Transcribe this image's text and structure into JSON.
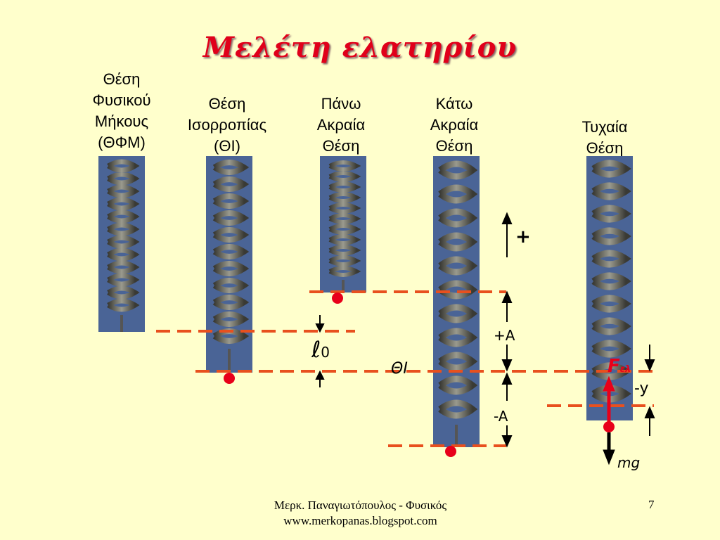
{
  "title": "Μελέτη ελατηρίου",
  "columns": [
    {
      "lines": [
        "Θέση",
        "Φυσικού",
        "Μήκους",
        "(ΘΦΜ)"
      ]
    },
    {
      "lines": [
        "Θέση",
        "Ισορροπίας",
        "(ΘΙ)"
      ]
    },
    {
      "lines": [
        "Πάνω",
        "Ακραία",
        "Θέση"
      ]
    },
    {
      "lines": [
        "Κάτω",
        "Ακραία",
        "Θέση"
      ]
    },
    {
      "lines": [
        "Τυχαία",
        "Θέση"
      ]
    }
  ],
  "annotations": {
    "plus_sign": "+",
    "plus_amplitude": "+A",
    "minus_amplitude": "-A",
    "equilibrium": "ΘΙ",
    "ell_symbol": "ℓ",
    "ell_subscript": "0",
    "force_symbol": "F",
    "force_subscript": "ελ",
    "minus_y": "-y",
    "weight": "mg"
  },
  "colors": {
    "background": "#ffffcc",
    "title": "#e0001a",
    "dashed_line": "#e8501e",
    "dot": "#e8001a",
    "spring_bg": "#4a6496"
  },
  "footer": {
    "line1": "Μερκ. Παναγιωτόπουλος - Φυσικός",
    "line2": "www.merkopanas.blogspot.com",
    "page_number": "7"
  }
}
